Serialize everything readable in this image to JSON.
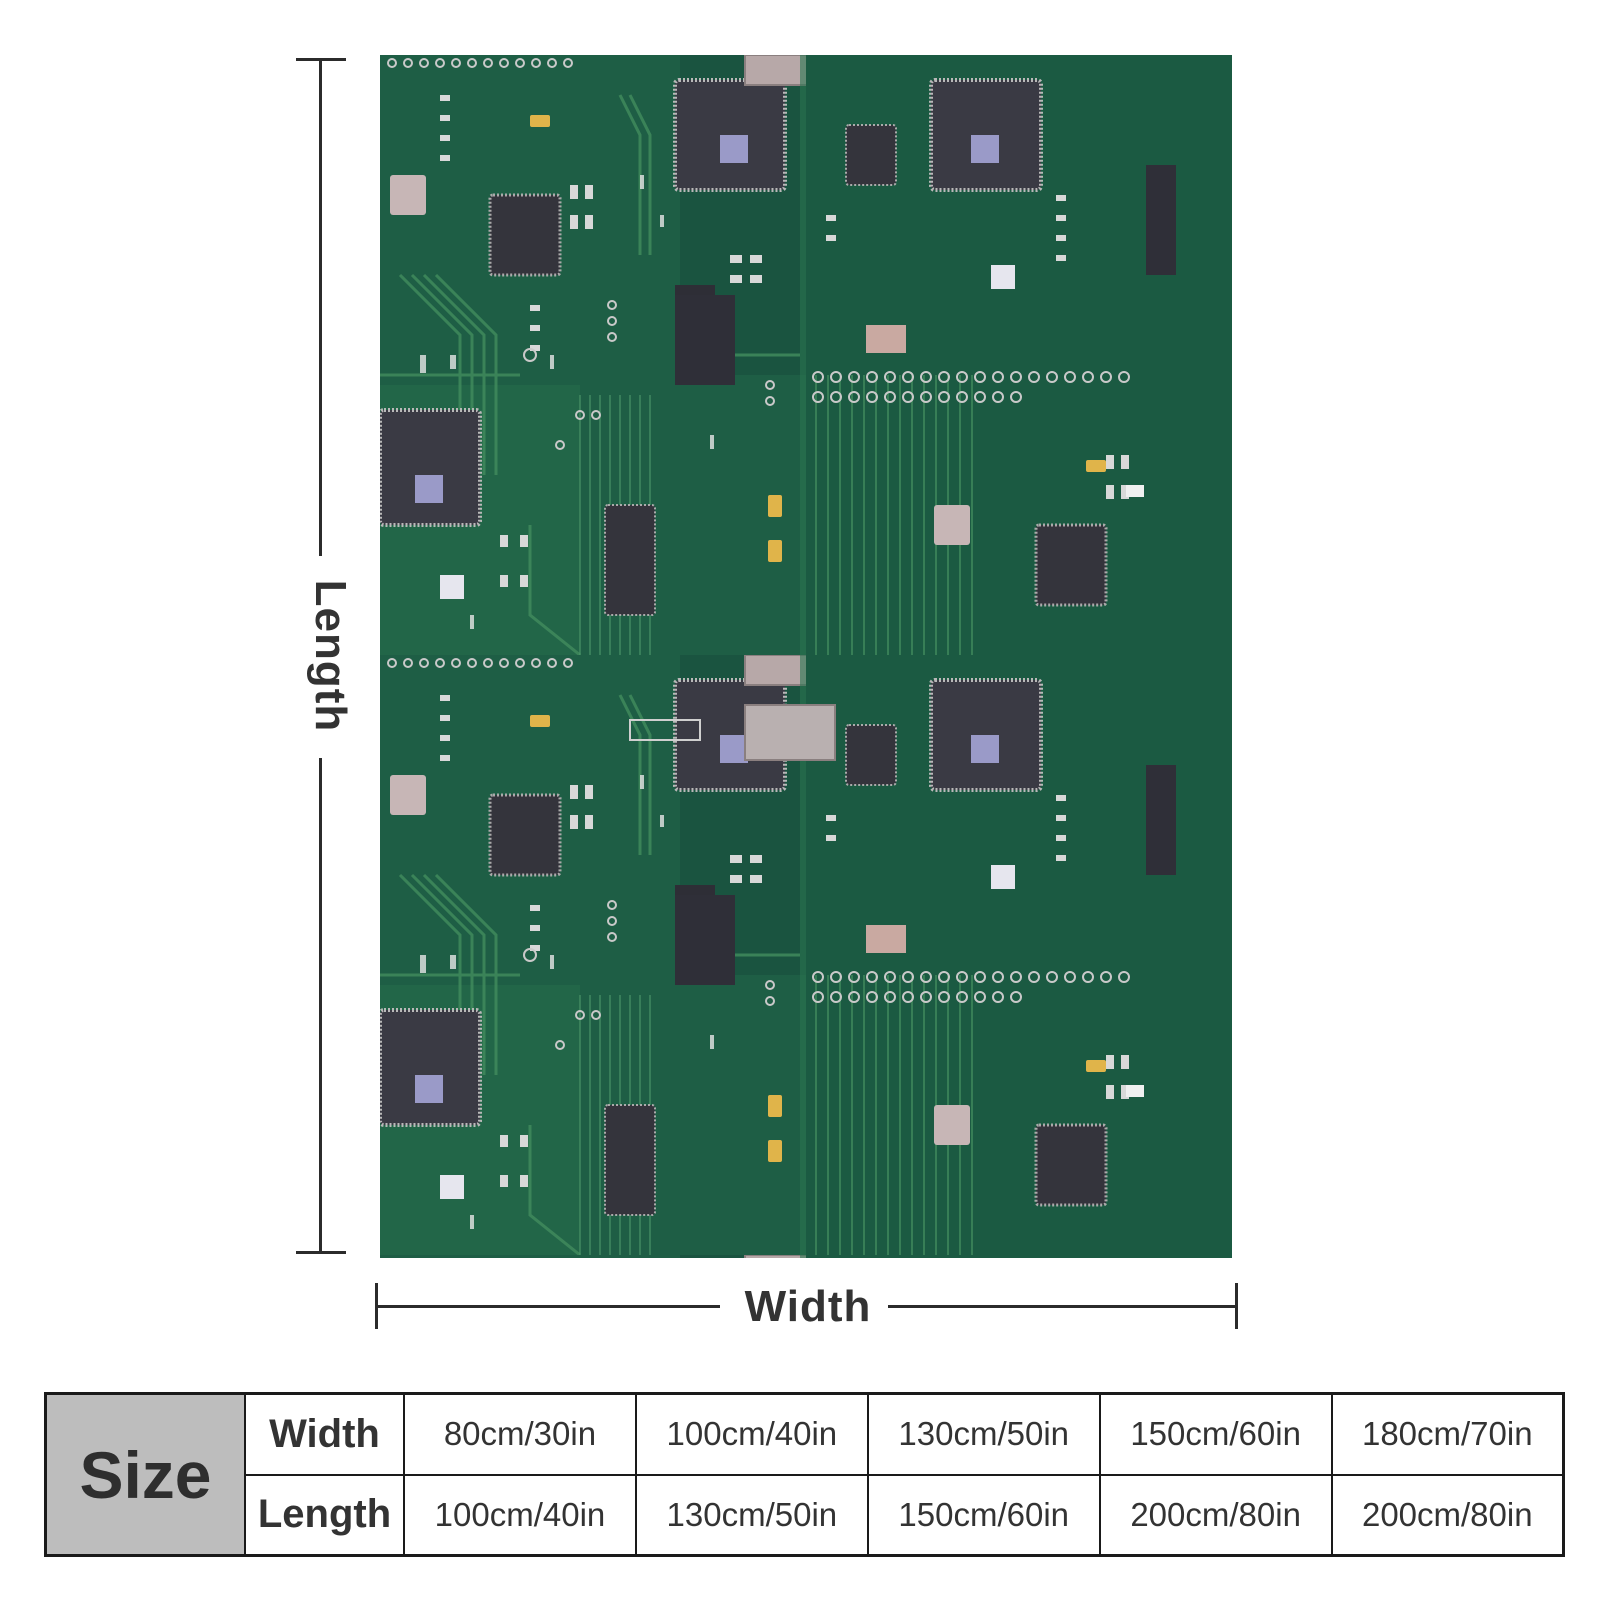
{
  "measure": {
    "length_label": "Length",
    "width_label": "Width"
  },
  "size_table": {
    "header": "Size",
    "rows": [
      {
        "label": "Width",
        "values": [
          "80cm/30in",
          "100cm/40in",
          "130cm/50in",
          "150cm/60in",
          "180cm/70in"
        ]
      },
      {
        "label": "Length",
        "values": [
          "100cm/40in",
          "130cm/50in",
          "150cm/60in",
          "200cm/80in",
          "200cm/80in"
        ]
      }
    ]
  },
  "colors": {
    "board_green": "#1e5e45",
    "board_dark": "#174a36",
    "trace_green": "#3f8a5c",
    "chip_dark": "#3a3a44",
    "pad_silver": "#c9c9c9",
    "table_header_gray": "#bdbdbd"
  }
}
